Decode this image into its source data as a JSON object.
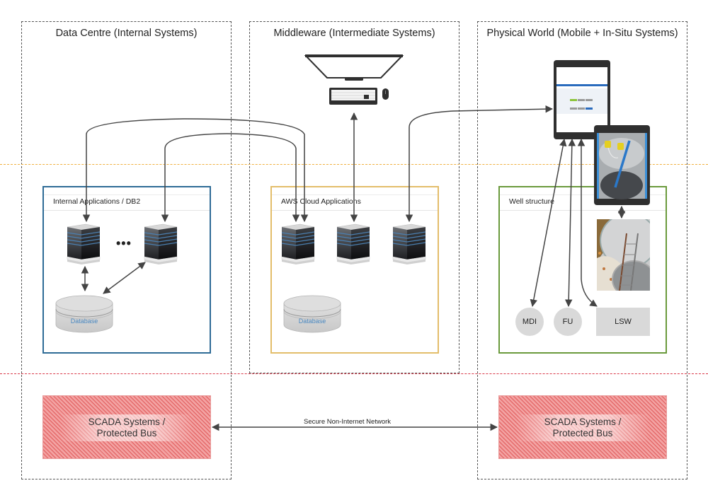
{
  "zones": [
    {
      "id": "data-centre",
      "title": "Data Centre (Internal Systems)"
    },
    {
      "id": "middleware",
      "title": "Middleware (Intermediate Systems)"
    },
    {
      "id": "physical-world",
      "title": "Physical World (Mobile + In-Situ Systems)"
    }
  ],
  "groups": {
    "internal": {
      "label": "Internal Applications / DB2",
      "border_color": "#2e6b96",
      "servers": 2,
      "ellipsis": "•••",
      "database_label": "Database"
    },
    "aws": {
      "label": "AWS Cloud Applications",
      "border_color": "#e3bd6a",
      "servers": 3,
      "database_label": "Database"
    },
    "well": {
      "label": "Well structure",
      "border_color": "#6a9a3c"
    }
  },
  "well_nodes": {
    "mdi": "MDI",
    "fu": "FU",
    "lsw": "LSW"
  },
  "boundaries": {
    "internet_line_color": "#f0b040",
    "secure_line_color": "#d9394a"
  },
  "scada": {
    "left_label_line1": "SCADA Systems /",
    "left_label_line2": "Protected Bus",
    "right_label_line1": "SCADA Systems /",
    "right_label_line2": "Protected Bus"
  },
  "network_label": "Secure Non-Internet Network",
  "icons": {
    "workstation": "desktop-monitor-keyboard-mouse",
    "tablet": "tablet-app-screen",
    "tablet_photo": "tablet-well-sensor-photo",
    "well_photo": "manhole-ladder-photo",
    "server": "server-rack",
    "database": "database-cylinder"
  }
}
